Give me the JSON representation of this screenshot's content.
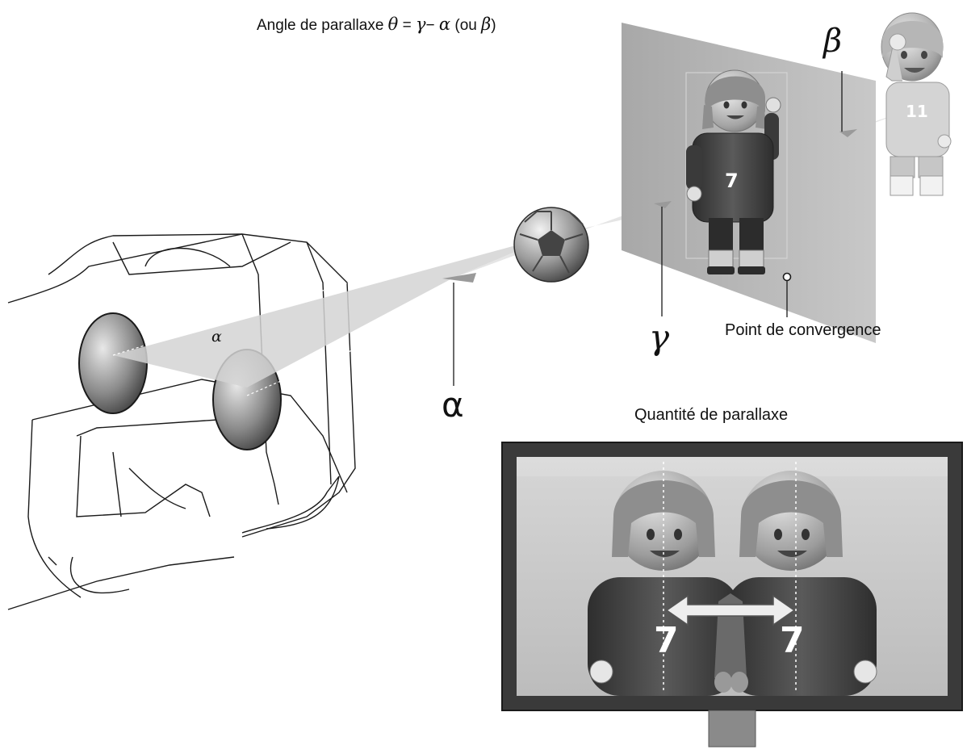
{
  "title": {
    "prefix": "Angle de parallaxe ",
    "theta": "θ",
    "eq": " = ",
    "gamma": "γ",
    "minus": "− ",
    "alpha": "α",
    "ou": " (ou ",
    "beta": "β",
    "close": ")"
  },
  "labels": {
    "convergence": "Point de convergence",
    "quantity": "Quantité de parallaxe",
    "alpha_big": "α",
    "alpha_small": "α",
    "gamma_big": "γ",
    "beta_big": "β"
  },
  "figures": {
    "player_front_number": "7",
    "player_back_number": "11",
    "tv_left_number": "7",
    "tv_right_number": "7"
  },
  "colors": {
    "line": "#1a1a1a",
    "screen": "#bdbdbd",
    "beam": "#d6d6d6",
    "tv_frame": "#3a3a3a",
    "tv_panel": "#c9c9c9",
    "player_front": "#4a4a4a",
    "player_back": "#d2d2d2"
  }
}
